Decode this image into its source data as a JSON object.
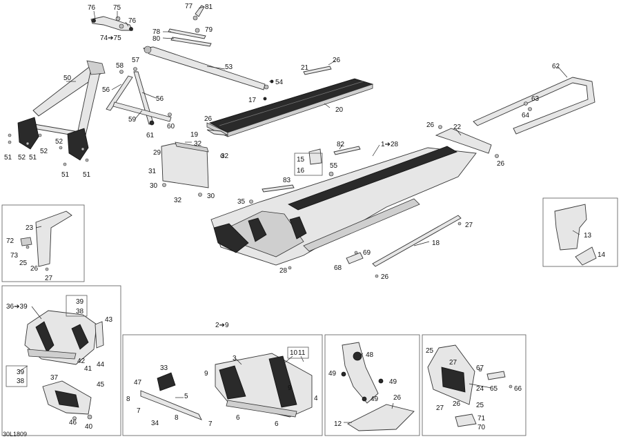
{
  "diagram_id": "30L1809",
  "callouts": {
    "c76a": "76",
    "c75": "75",
    "c76b": "76",
    "c74": "74➔75",
    "c77": "77",
    "c81": "81",
    "c78": "78",
    "c79": "79",
    "c80": "80",
    "c50": "50",
    "c58": "58",
    "c57": "57",
    "c56a": "56",
    "c56b": "56",
    "c59": "59",
    "c60": "60",
    "c61": "61",
    "c53": "53",
    "c54": "54",
    "c17": "17",
    "c21": "21",
    "c26a": "26",
    "c20": "20",
    "c26b": "26",
    "c19": "19",
    "c32a": "32",
    "c29": "29",
    "c32b": "32",
    "c31": "31",
    "c30a": "30",
    "c32c": "32",
    "c30b": "30",
    "c51a": "51",
    "c52a": "52",
    "c51b": "51",
    "c52b": "52",
    "c52c": "52",
    "c51c": "51",
    "c51d": "51",
    "c82": "82",
    "c128": "1➔28",
    "c15": "15",
    "c16": "16",
    "c55": "55",
    "c83": "83",
    "c35": "35",
    "c62": "62",
    "c63": "63",
    "c64": "64",
    "c26c": "26",
    "c22": "22",
    "c26d": "26",
    "c27a": "27",
    "c18": "18",
    "c69": "69",
    "c68": "68",
    "c26e": "26",
    "c28": "28",
    "c23": "23",
    "c72": "72",
    "c73": "73",
    "c25a": "25",
    "c26f": "26",
    "c27b": "27",
    "c13": "13",
    "c14": "14",
    "c3639": "36➔39",
    "c39a": "39",
    "c38a": "38",
    "c43": "43",
    "c42": "42",
    "c41": "41",
    "c44": "44",
    "c39b": "39",
    "c38b": "38",
    "c37": "37",
    "c45": "45",
    "c46": "46",
    "c40": "40",
    "c29b": "2➔9",
    "c33": "33",
    "c47": "47",
    "c9a": "9",
    "c3": "3",
    "c10": "10",
    "c11": "11",
    "c5": "5",
    "c8a": "8",
    "c7a": "7",
    "c34": "34",
    "c8b": "8",
    "c7b": "7",
    "c6a": "6",
    "c9b": "9",
    "c4": "4",
    "c6b": "6",
    "c48": "48",
    "c49a": "49",
    "c49b": "49",
    "c49c": "49",
    "c26g": "26",
    "c12": "12",
    "c25b": "25",
    "c27c": "27",
    "c67": "67",
    "c24": "24",
    "c65": "65",
    "c66": "66",
    "c27d": "27",
    "c26h": "26",
    "c25c": "25",
    "c71": "71",
    "c70": "70"
  }
}
